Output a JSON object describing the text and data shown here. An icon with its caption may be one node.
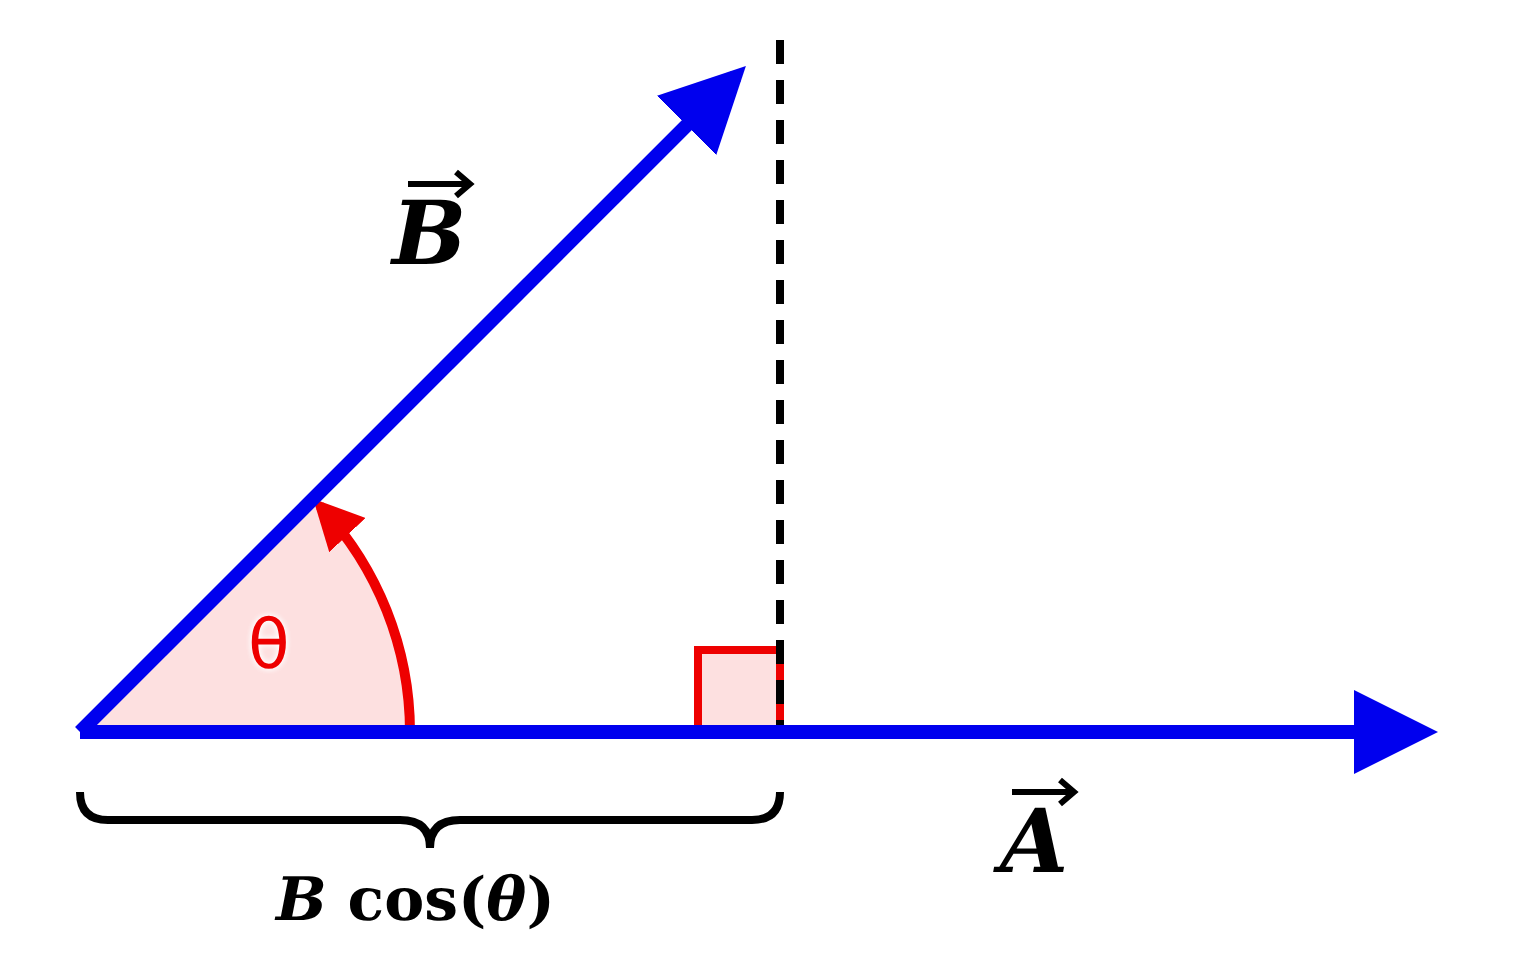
{
  "diagram": {
    "labels": [
      "B",
      "θ",
      "A",
      "*B* cos(*θ*)"
    ]
  }
}
